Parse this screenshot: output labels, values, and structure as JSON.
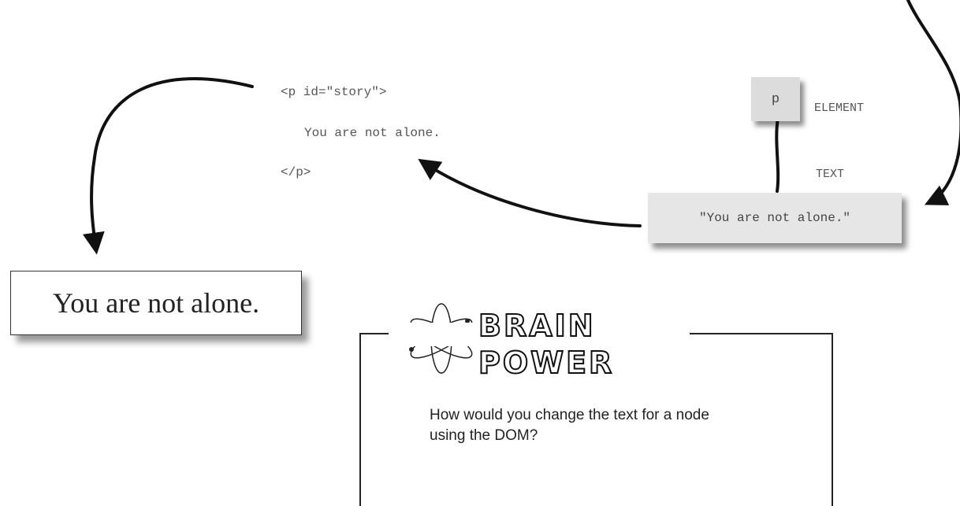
{
  "code": {
    "open_tag": "<p id=\"story\">",
    "content": "You are not alone.",
    "close_tag": "</p>"
  },
  "dom_tree": {
    "element_node": "p",
    "element_label": "ELEMENT",
    "text_label": "TEXT",
    "text_node": "\"You are not alone.\""
  },
  "browser_output": "You are not alone.",
  "brain_power": {
    "title_line1": "BRAIN",
    "title_line2": "POWER",
    "question": "How would you change the text for a node using the DOM?"
  }
}
